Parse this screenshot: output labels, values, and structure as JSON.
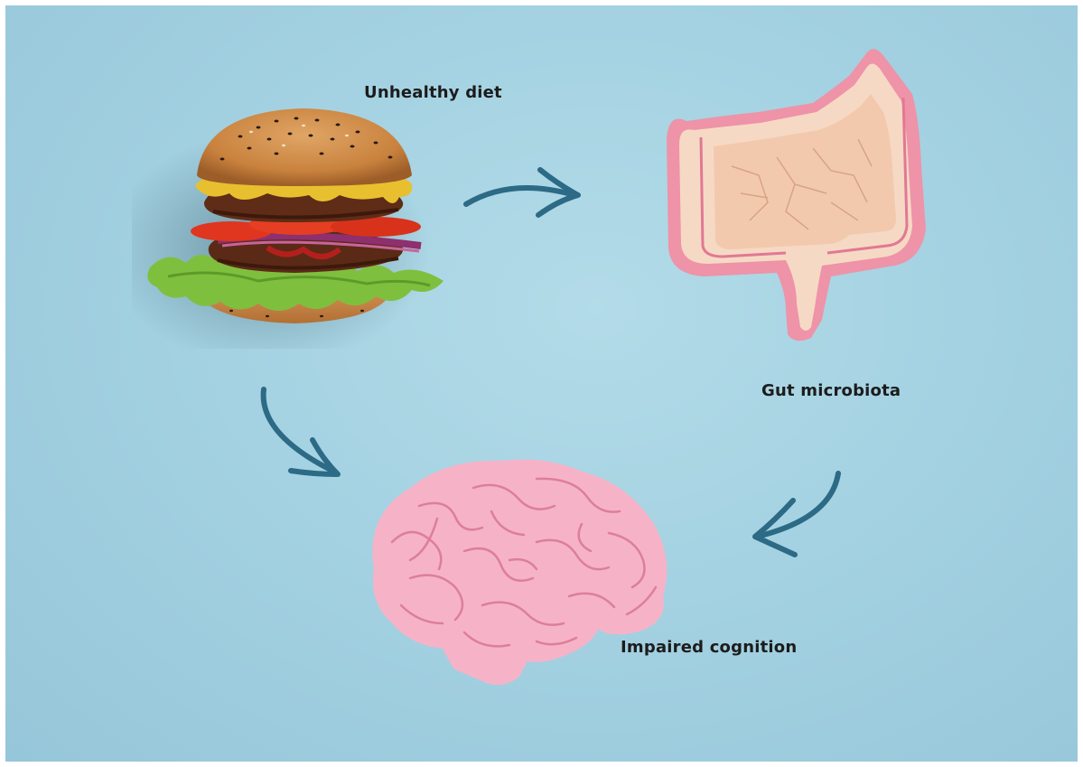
{
  "labels": {
    "diet": "Unhealthy diet",
    "gut": "Gut microbiota",
    "brain": "Impaired cognition"
  },
  "icons": {
    "food": "burger-icon",
    "gut": "intestines-icon",
    "brain": "brain-icon",
    "arrows": [
      "arrow-diet-to-gut-icon",
      "arrow-gut-to-brain-icon",
      "arrow-diet-to-brain-icon"
    ]
  },
  "colors": {
    "background": "#a4d2e2",
    "arrow": "#2c6a85",
    "brain": "#f4b2c6",
    "gut_outer": "#ee93a8",
    "gut_inner": "#f3d3bd",
    "text": "#1c1c1c"
  }
}
